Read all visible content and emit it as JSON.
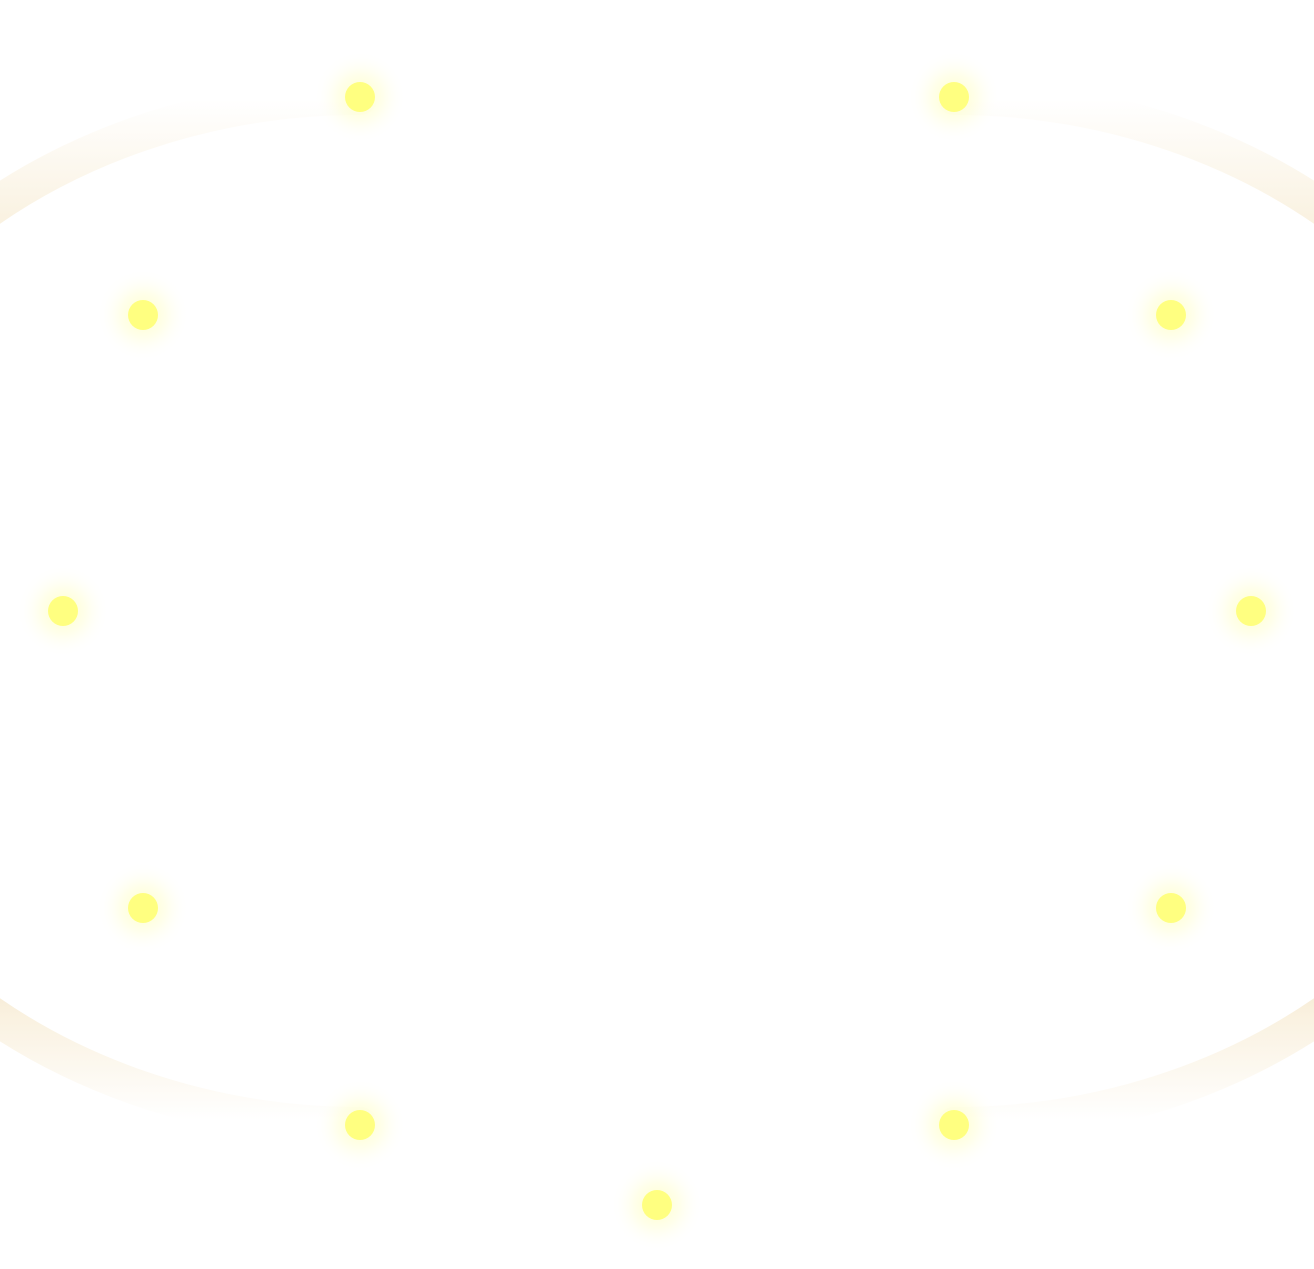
{
  "graphic": {
    "description_name": "glowing-ring",
    "colors": {
      "ring_core": "#7b22d6",
      "ring_mid": "#c9a0c8",
      "ring_fade": "#f0d9a8",
      "light_dot": "#ffff80",
      "light_glow": "#ffff99",
      "background": "#ffffff"
    },
    "light_count": 11,
    "ring_arc_count": 2
  }
}
